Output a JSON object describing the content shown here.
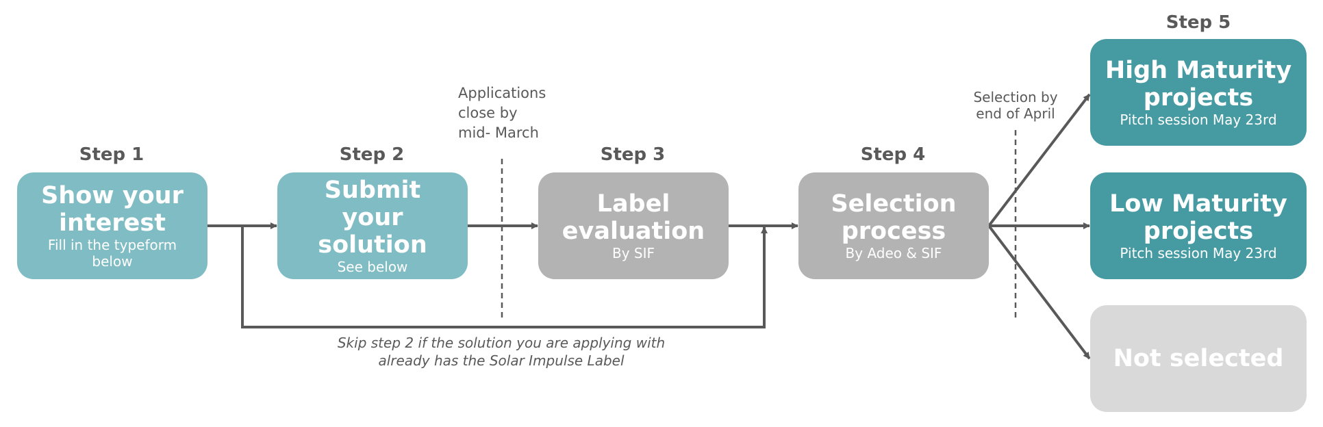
{
  "steps": {
    "s1": "Step 1",
    "s2": "Step 2",
    "s3": "Step 3",
    "s4": "Step 4",
    "s5": "Step 5"
  },
  "boxes": {
    "show_interest": {
      "title": "Show your interest",
      "sub": "Fill in the typeform below"
    },
    "submit_solution": {
      "title": "Submit your solution",
      "sub": "See below"
    },
    "label_evaluation": {
      "title": "Label evaluation",
      "sub": "By SIF"
    },
    "selection_process": {
      "title": "Selection process",
      "sub": "By Adeo & SIF"
    },
    "high_maturity": {
      "title": "High Maturity projects",
      "sub": "Pitch session May 23rd"
    },
    "low_maturity": {
      "title": "Low Maturity projects",
      "sub": "Pitch session May 23rd"
    },
    "not_selected": {
      "title": "Not selected"
    }
  },
  "notes": {
    "applications_close": "Applications\nclose by\nmid- March",
    "selection_by": "Selection by\nend of April",
    "skip_step": "Skip step 2 if the solution you are applying with\nalready has the Solar Impulse Label"
  },
  "colors": {
    "teal_light": "#80bcc3",
    "teal_dark": "#469ba3",
    "gray": "#b3b3b3",
    "gray_light": "#d9d9d9",
    "connector": "#595959"
  }
}
